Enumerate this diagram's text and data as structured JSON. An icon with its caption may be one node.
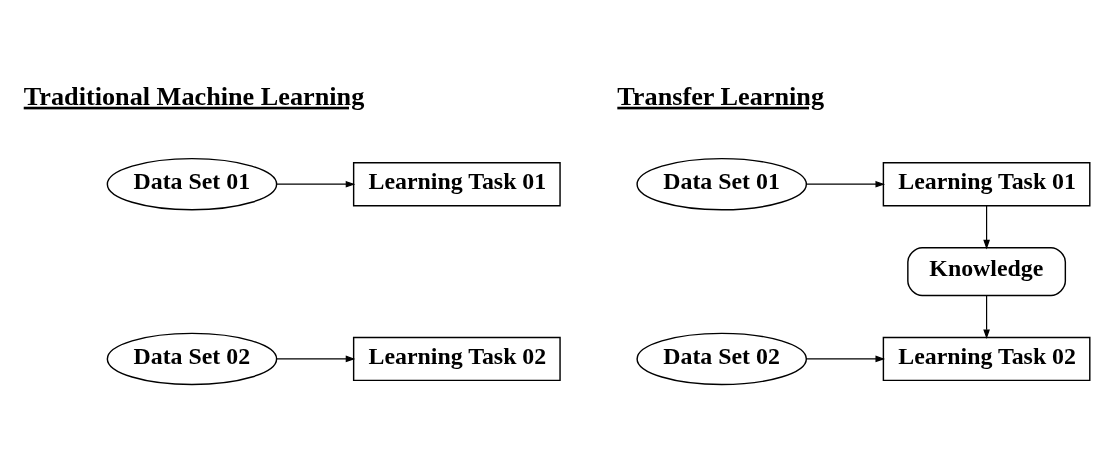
{
  "diagram": {
    "nodes": [
      {
        "text": [
          "Data Set 01"
        ]
      },
      {
        "text": [
          "Learning Task 01"
        ]
      },
      {
        "text": [
          "Data Set 02"
        ]
      },
      {
        "text": [
          "Learning Task 02"
        ]
      },
      {
        "text": [
          "Data Set 01"
        ]
      },
      {
        "text": [
          "Learning Task 01"
        ]
      },
      {
        "text": [
          "Knowledge"
        ]
      },
      {
        "text": [
          "Data Set 02"
        ]
      },
      {
        "text": [
          "Learning Task 02"
        ]
      }
    ],
    "edges": [
      {
        "from": 0,
        "to": 1,
        "arrow": "to"
      },
      {
        "from": 2,
        "to": 3,
        "arrow": "to"
      },
      {
        "from": 4,
        "to": 5,
        "arrow": "to"
      },
      {
        "from": 5,
        "to": 6,
        "arrow": "to"
      },
      {
        "from": 6,
        "to": 8,
        "arrow": "to"
      },
      {
        "from": 7,
        "to": 8,
        "arrow": "to"
      }
    ],
    "labels": [
      "Traditional Machine Learning",
      "Transfer Learning"
    ]
  }
}
